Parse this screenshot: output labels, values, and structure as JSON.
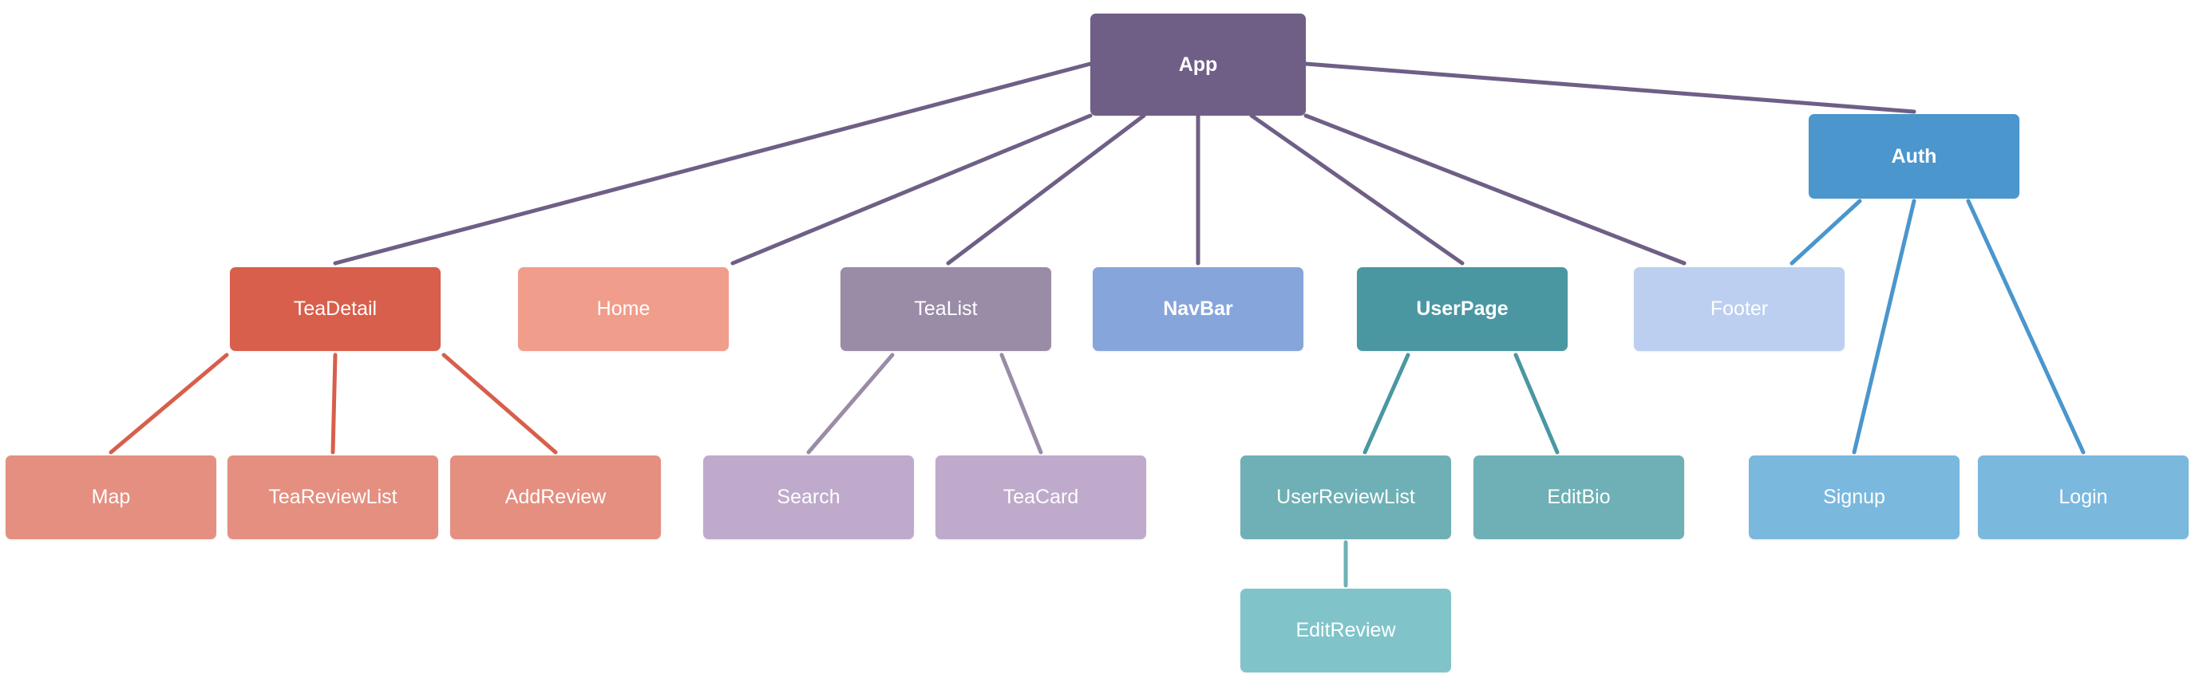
{
  "diagram": {
    "nodes": {
      "app": {
        "label": "App",
        "color": "#6f5f86",
        "bold": true
      },
      "teadetail": {
        "label": "TeaDetail",
        "color": "#d75f4b",
        "bold": false
      },
      "home": {
        "label": "Home",
        "color": "#f19d8c",
        "bold": false
      },
      "tealist": {
        "label": "TeaList",
        "color": "#9a8ba7",
        "bold": false
      },
      "navbar": {
        "label": "NavBar",
        "color": "#86a5db",
        "bold": true
      },
      "userpage": {
        "label": "UserPage",
        "color": "#4a97a2",
        "bold": true
      },
      "footer": {
        "label": "Footer",
        "color": "#bccff0",
        "bold": false
      },
      "auth": {
        "label": "Auth",
        "color": "#4a96cd",
        "bold": true
      },
      "map": {
        "label": "Map",
        "color": "#e48f80",
        "bold": false
      },
      "teareviewlist": {
        "label": "TeaReviewList",
        "color": "#e48f80",
        "bold": false
      },
      "addreview": {
        "label": "AddReview",
        "color": "#e48f80",
        "bold": false
      },
      "search": {
        "label": "Search",
        "color": "#bfaacc",
        "bold": false
      },
      "teacard": {
        "label": "TeaCard",
        "color": "#bfaacc",
        "bold": false
      },
      "userreviewlist": {
        "label": "UserReviewList",
        "color": "#6eb0b5",
        "bold": false
      },
      "editbio": {
        "label": "EditBio",
        "color": "#6eb0b5",
        "bold": false
      },
      "editreview": {
        "label": "EditReview",
        "color": "#80c4ca",
        "bold": false
      },
      "signup": {
        "label": "Signup",
        "color": "#7ab8de",
        "bold": false
      },
      "login": {
        "label": "Login",
        "color": "#7ab8de",
        "bold": false
      }
    },
    "edges": [
      {
        "from": "app",
        "to": "teadetail",
        "color": "#6f5f86"
      },
      {
        "from": "app",
        "to": "home",
        "color": "#6f5f86"
      },
      {
        "from": "app",
        "to": "tealist",
        "color": "#6f5f86"
      },
      {
        "from": "app",
        "to": "navbar",
        "color": "#6f5f86"
      },
      {
        "from": "app",
        "to": "userpage",
        "color": "#6f5f86"
      },
      {
        "from": "app",
        "to": "footer",
        "color": "#6f5f86"
      },
      {
        "from": "app",
        "to": "auth",
        "color": "#6f5f86"
      },
      {
        "from": "teadetail",
        "to": "map",
        "color": "#d75f4b"
      },
      {
        "from": "teadetail",
        "to": "teareviewlist",
        "color": "#d75f4b"
      },
      {
        "from": "teadetail",
        "to": "addreview",
        "color": "#d75f4b"
      },
      {
        "from": "tealist",
        "to": "search",
        "color": "#9a8ba7"
      },
      {
        "from": "tealist",
        "to": "teacard",
        "color": "#9a8ba7"
      },
      {
        "from": "userpage",
        "to": "userreviewlist",
        "color": "#4a97a2"
      },
      {
        "from": "userpage",
        "to": "editbio",
        "color": "#4a97a2"
      },
      {
        "from": "userreviewlist",
        "to": "editreview",
        "color": "#6eb0b5"
      },
      {
        "from": "auth",
        "to": "footer",
        "color": "#4a96cd"
      },
      {
        "from": "auth",
        "to": "signup",
        "color": "#4a96cd"
      },
      {
        "from": "auth",
        "to": "login",
        "color": "#4a96cd"
      }
    ]
  }
}
